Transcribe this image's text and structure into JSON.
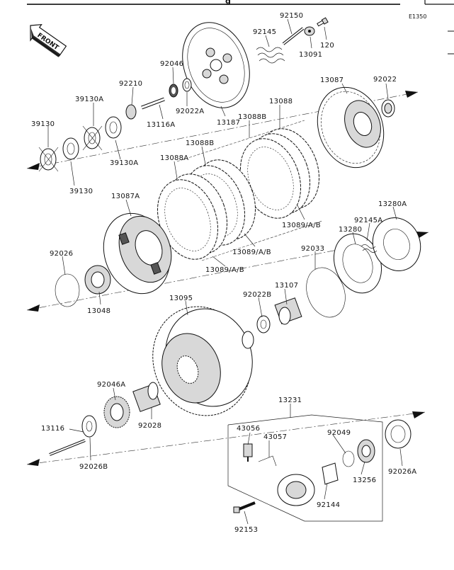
{
  "header": {
    "title_fragment": "g",
    "code": "E1350"
  },
  "front_badge": "FRONT",
  "labels": {
    "p92150": "92150",
    "p92145": "92145",
    "p13091": "13091",
    "p120": "120",
    "p92210": "92210",
    "p92046": "92046",
    "p13087_top": "13087",
    "p92022": "92022",
    "p39130A_top": "39130A",
    "p92022A": "92022A",
    "p39130_left": "39130",
    "p13116A": "13116A",
    "p13187": "13187",
    "p13088B_top": "13088B",
    "p13088": "13088",
    "p13088B_mid": "13088B",
    "p39130A_bot": "39130A",
    "p13088A": "13088A",
    "p39130_bot": "39130",
    "p13087A": "13087A",
    "p13280A": "13280A",
    "p92145A": "92145A",
    "p13089_r": "13089/A/B",
    "p13280": "13280",
    "p13089_m": "13089/A/B",
    "p92026": "92026",
    "p92033": "92033",
    "p13089_l": "13089/A/B",
    "p92022B": "92022B",
    "p13107": "13107",
    "p13048": "13048",
    "p13095": "13095",
    "p13231": "13231",
    "p92046A": "92046A",
    "p92028": "92028",
    "p43056": "43056",
    "p43057": "43057",
    "p92049": "92049",
    "p13116": "13116",
    "p92026B": "92026B",
    "p13256": "13256",
    "p92026A": "92026A",
    "p92144": "92144",
    "p92153": "92153"
  }
}
